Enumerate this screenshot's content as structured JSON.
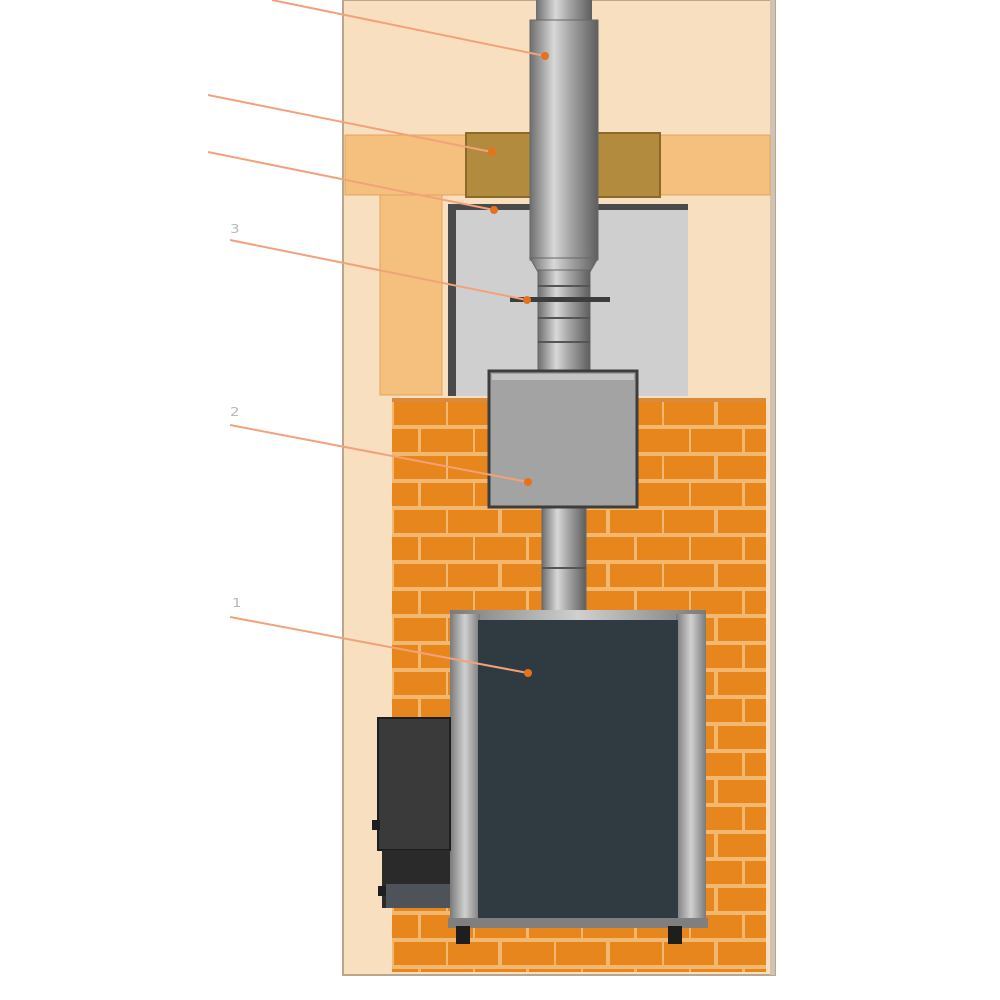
{
  "diagram": {
    "callouts": [
      {
        "id": "stove",
        "label": "1"
      },
      {
        "id": "brick-screen",
        "label": "2"
      },
      {
        "id": "chimney-joint",
        "label": "3"
      },
      {
        "id": "ceiling-pass-edge",
        "label": ""
      },
      {
        "id": "ceiling-pass-box",
        "label": ""
      },
      {
        "id": "chimney-pipe",
        "label": ""
      }
    ],
    "colors": {
      "wall": "#f7dfc0",
      "beam": "#f5c07d",
      "ceiling_insulation": "#b28b3f",
      "heat_shield": "#cfcfcf",
      "brick": "#e8861e",
      "brick_mortar": "#f2b870",
      "pipe": "#9a9a9a",
      "stove_body": "#2f3b40",
      "stove_trim": "#a8a8a8",
      "leader_line": "#f2a27a",
      "leader_dot": "#e8721c"
    },
    "icons": [
      "sauna-stove",
      "chimney-pipe",
      "convector-box",
      "brick-wall"
    ]
  }
}
